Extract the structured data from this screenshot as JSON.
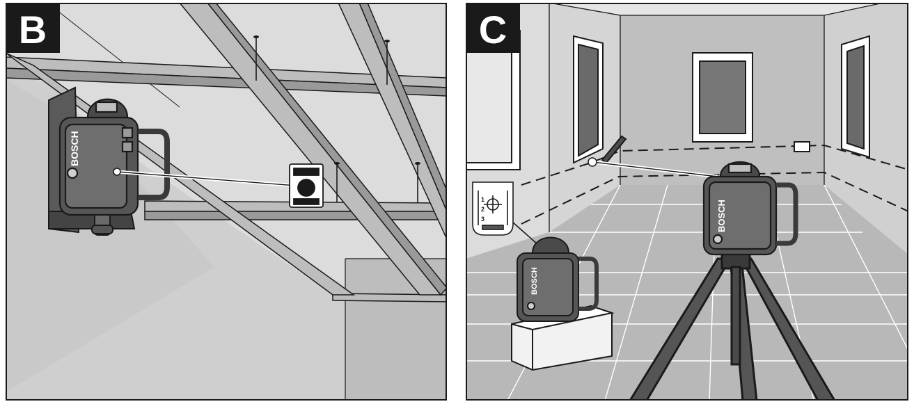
{
  "panels": {
    "b": {
      "label": "B",
      "brand": "BOSCH"
    },
    "c": {
      "label": "C",
      "brand": "BOSCH",
      "target_card": {
        "scale": [
          "1",
          "2",
          "3"
        ]
      }
    }
  },
  "colors": {
    "ink": "#1a1a1a",
    "wall_gray": "#c8c8c8",
    "wall_light": "#e2e2e2",
    "ceiling": "#d7d7d7",
    "device_dark": "#4d4d4d",
    "device_mid": "#6a6a6a",
    "floor": "#b6b6b6",
    "white": "#ffffff"
  }
}
